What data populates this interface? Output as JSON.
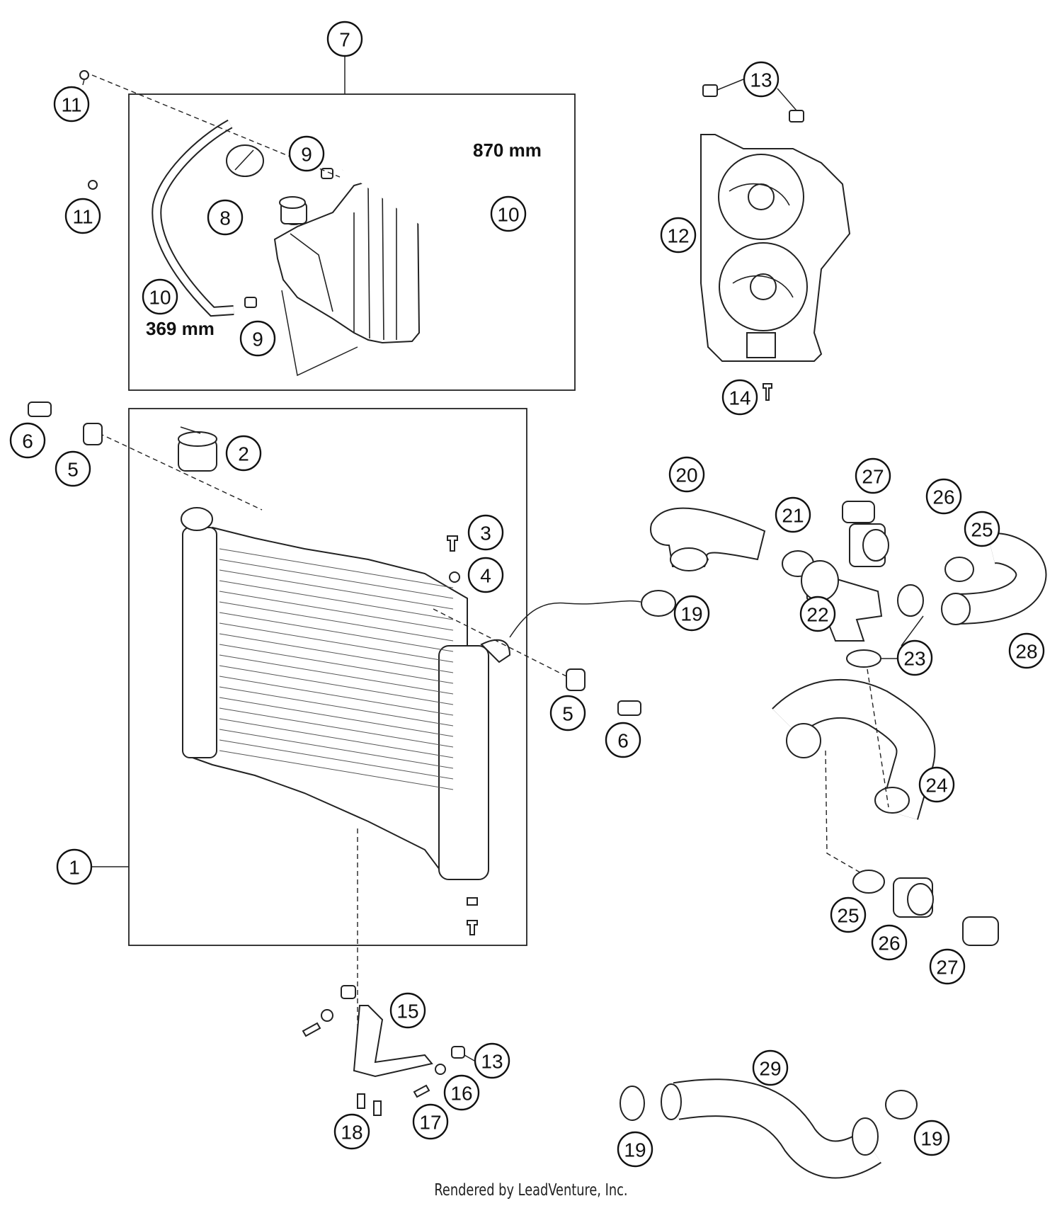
{
  "callouts": [
    {
      "id": "c7",
      "label": "7"
    },
    {
      "id": "c11a",
      "label": "11"
    },
    {
      "id": "c11b",
      "label": "11"
    },
    {
      "id": "c9a",
      "label": "9"
    },
    {
      "id": "c8",
      "label": "8"
    },
    {
      "id": "c10a",
      "label": "10"
    },
    {
      "id": "c10b",
      "label": "10"
    },
    {
      "id": "c9b",
      "label": "9"
    },
    {
      "id": "c13a",
      "label": "13"
    },
    {
      "id": "c12",
      "label": "12"
    },
    {
      "id": "c14",
      "label": "14"
    },
    {
      "id": "c6a",
      "label": "6"
    },
    {
      "id": "c5a",
      "label": "5"
    },
    {
      "id": "c2",
      "label": "2"
    },
    {
      "id": "c3",
      "label": "3"
    },
    {
      "id": "c4",
      "label": "4"
    },
    {
      "id": "c5b",
      "label": "5"
    },
    {
      "id": "c6b",
      "label": "6"
    },
    {
      "id": "c1",
      "label": "1"
    },
    {
      "id": "c20",
      "label": "20"
    },
    {
      "id": "c21",
      "label": "21"
    },
    {
      "id": "c27a",
      "label": "27"
    },
    {
      "id": "c26a",
      "label": "26"
    },
    {
      "id": "c25a",
      "label": "25"
    },
    {
      "id": "c19a",
      "label": "19"
    },
    {
      "id": "c22",
      "label": "22"
    },
    {
      "id": "c23",
      "label": "23"
    },
    {
      "id": "c28",
      "label": "28"
    },
    {
      "id": "c24",
      "label": "24"
    },
    {
      "id": "c25b",
      "label": "25"
    },
    {
      "id": "c26b",
      "label": "26"
    },
    {
      "id": "c27b",
      "label": "27"
    },
    {
      "id": "c15",
      "label": "15"
    },
    {
      "id": "c13b",
      "label": "13"
    },
    {
      "id": "c16",
      "label": "16"
    },
    {
      "id": "c17",
      "label": "17"
    },
    {
      "id": "c18",
      "label": "18"
    },
    {
      "id": "c29",
      "label": "29"
    },
    {
      "id": "c19b",
      "label": "19"
    },
    {
      "id": "c19c",
      "label": "19"
    }
  ],
  "dimensions": {
    "hose_long": "870 mm",
    "hose_short": "369 mm"
  },
  "credit": "Rendered by LeadVenture, Inc."
}
